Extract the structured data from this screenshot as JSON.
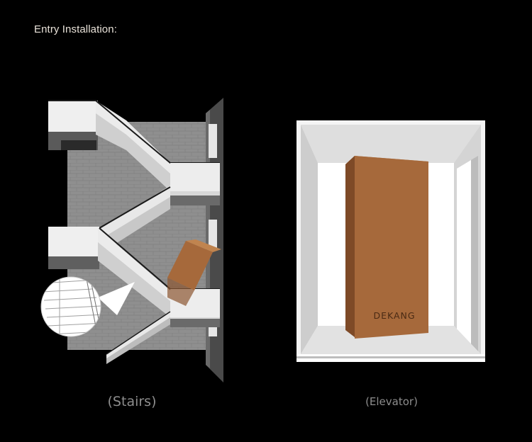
{
  "heading": "Entry Installation:",
  "stairs": {
    "caption": "(Stairs)"
  },
  "elevator": {
    "caption": "(Elevator)",
    "box_brand": "DEKANG"
  },
  "colors": {
    "background": "#000000",
    "box": "#a6693b",
    "wall": "#8f8f8f",
    "caption": "#8d8d8d"
  }
}
